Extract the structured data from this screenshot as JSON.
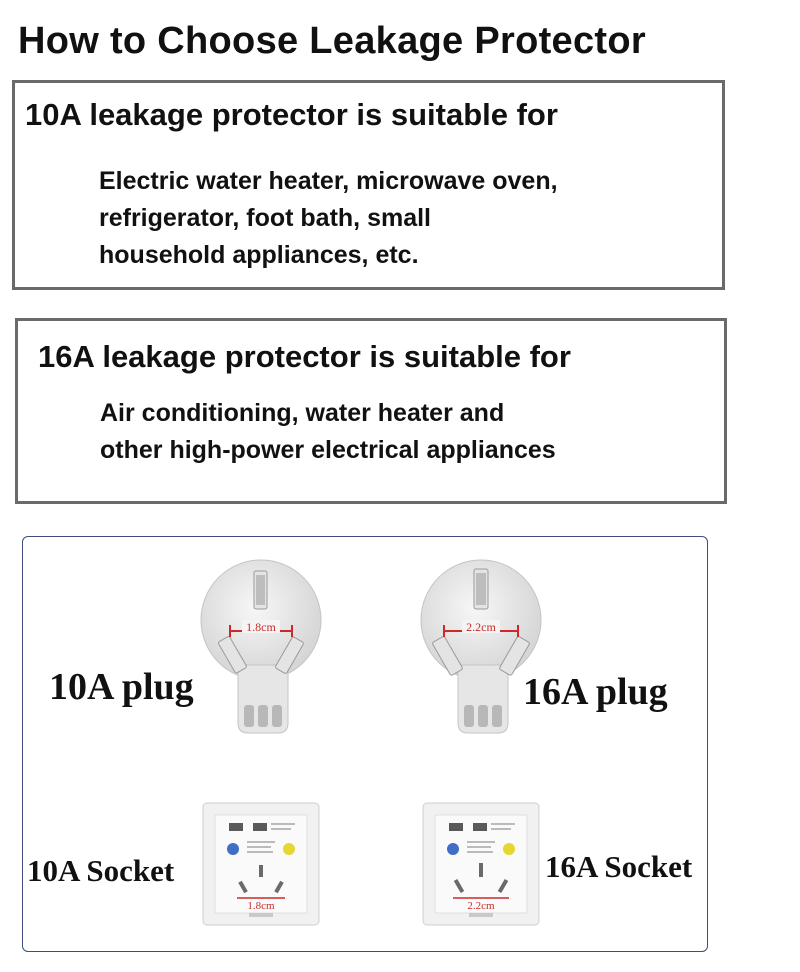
{
  "title": "How to Choose Leakage Protector",
  "sections": [
    {
      "heading": "10A leakage protector is suitable for",
      "lines": [
        "Electric water heater, microwave oven,",
        "refrigerator, foot bath, small",
        "household appliances, etc."
      ]
    },
    {
      "heading": "16A leakage protector is suitable for",
      "lines": [
        "Air conditioning, water heater and",
        "other high-power electrical appliances"
      ]
    }
  ],
  "products": {
    "plug_10a": {
      "label": "10A plug",
      "measure": "1.8cm"
    },
    "plug_16a": {
      "label": "16A plug",
      "measure": "2.2cm"
    },
    "socket_10a": {
      "label": "10A Socket",
      "measure": "1.8cm"
    },
    "socket_16a": {
      "label": "16A Socket",
      "measure": "2.2cm"
    }
  },
  "colors": {
    "box_border": "#6a6a6a",
    "panel_border": "#3d4f7a",
    "measure_red": "#cc2a2a",
    "indicator_blue": "#3f6fc4",
    "indicator_yellow": "#e6d630"
  }
}
